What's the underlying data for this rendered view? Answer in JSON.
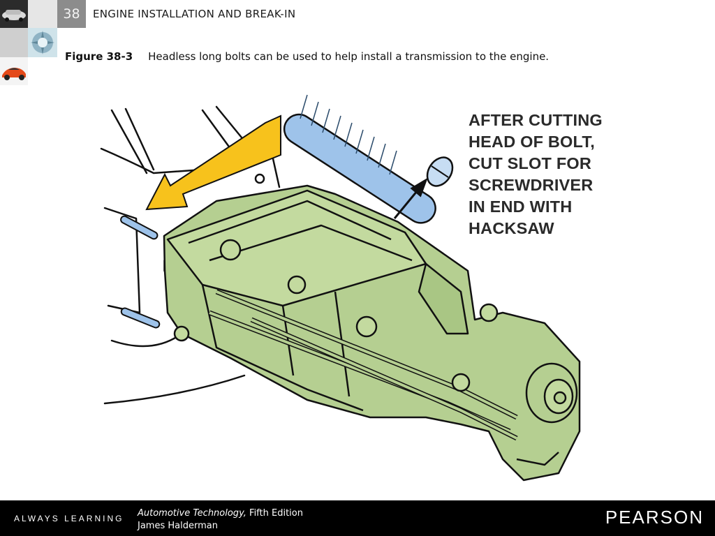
{
  "header": {
    "chapter_number": "38",
    "chapter_title": "ENGINE INSTALLATION AND BREAK-IN"
  },
  "caption": {
    "label": "Figure 38-3",
    "text": "Headless long bolts can be used to help install a transmission to the engine."
  },
  "figure": {
    "annotation": "AFTER CUTTING\nHEAD OF BOLT,\nCUT SLOT FOR\nSCREWDRIVER\nIN END WITH\nHACKSAW",
    "colors": {
      "transmission": "#b5cf91",
      "bolt": "#9ec3ea",
      "arrow": "#f7c21c"
    }
  },
  "footer": {
    "tagline": "ALWAYS LEARNING",
    "book_title": "Automotive Technology,",
    "book_edition": "Fifth Edition",
    "author": "James Halderman",
    "publisher": "PEARSON"
  }
}
